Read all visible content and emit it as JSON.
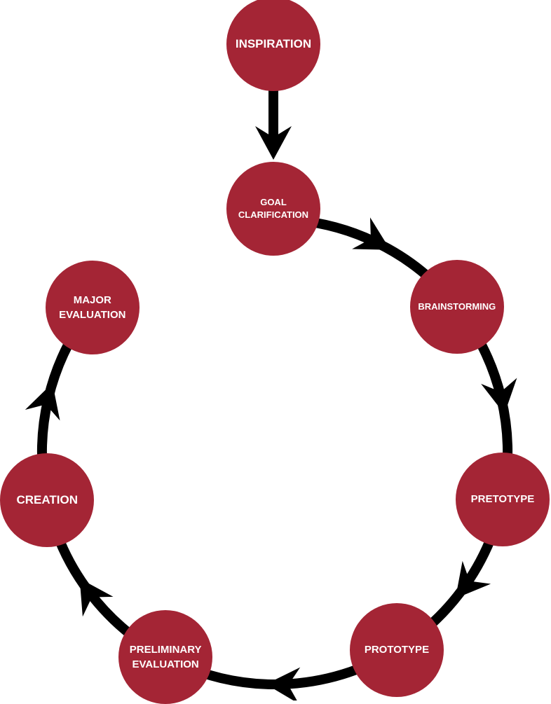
{
  "colors": {
    "node": "#A42535",
    "arrow": "#000000",
    "text": "#FFFFFF"
  },
  "nodes": [
    {
      "id": "inspiration",
      "label": "INSPIRATION"
    },
    {
      "id": "goal-clarification",
      "label": "GOAL\nCLARIFICATION"
    },
    {
      "id": "brainstorming",
      "label": "BRAINSTORMING"
    },
    {
      "id": "pretotype",
      "label": "PRETOTYPE"
    },
    {
      "id": "prototype",
      "label": "PROTOTYPE"
    },
    {
      "id": "preliminary-evaluation",
      "label": "PRELIMINARY\nEVALUATION"
    },
    {
      "id": "creation",
      "label": "CREATION"
    },
    {
      "id": "major-evaluation",
      "label": "MAJOR\nEVALUATION"
    }
  ],
  "edges": [
    [
      "inspiration",
      "goal-clarification"
    ],
    [
      "goal-clarification",
      "brainstorming"
    ],
    [
      "brainstorming",
      "pretotype"
    ],
    [
      "pretotype",
      "prototype"
    ],
    [
      "prototype",
      "preliminary-evaluation"
    ],
    [
      "preliminary-evaluation",
      "creation"
    ],
    [
      "creation",
      "major-evaluation"
    ]
  ]
}
